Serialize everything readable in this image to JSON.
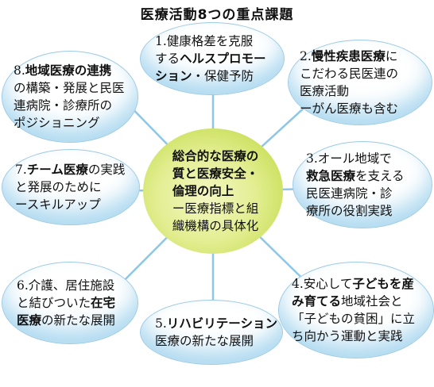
{
  "title": "医療活動8つの重点課題",
  "center": {
    "bold": [
      "総合的な医療の",
      "質と医療安全・",
      "倫理の向上"
    ],
    "normal": [
      "ー医療指標と組",
      "織機構の具体化"
    ]
  },
  "items": [
    {
      "html": "1.健康格差を克服\nする<b>ヘルスプロモー\nション</b>・保健予防"
    },
    {
      "html": "2.<b>慢性疾患医療</b>に\nこだわる民医連の\n医療活動\nーがん医療も含む"
    },
    {
      "html": "3.オール地域で\n<b>救急医療</b>を支える\n民医連病院・診\n療所の役割実践"
    },
    {
      "html": "4.安心して<b>子どもを産\nみ育てる</b>地域社会と\n「子どもの貧困」に立\nち向かう運動と実践"
    },
    {
      "html": "5.<b>リハビリテーション</b>\n医療の新たな展開"
    },
    {
      "html": "6.介護、居住施設\nと結びついた<b>在宅\n医療</b>の新たな展開"
    },
    {
      "html": "7.<b>チーム医療</b>の実践\nと発展のために\nースキルアップ"
    },
    {
      "html": "8.<b>地域医療の連携</b>\nの構築・発展と民医\n連病院・診療所の\nポジショニング"
    }
  ],
  "colors": {
    "spoke": "#8ec6e6",
    "oval_edge": "#9ec9e4",
    "center_fill": "#d8e878"
  }
}
